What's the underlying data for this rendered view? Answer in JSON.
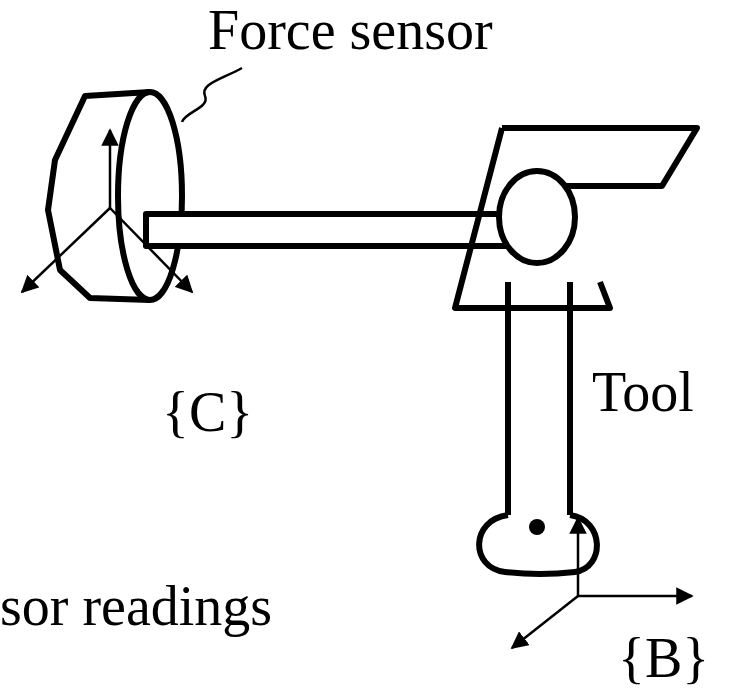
{
  "diagram": {
    "labels": [
      "Force sensor",
      "{C}",
      "Tool",
      "{B}",
      "sor readings"
    ]
  }
}
